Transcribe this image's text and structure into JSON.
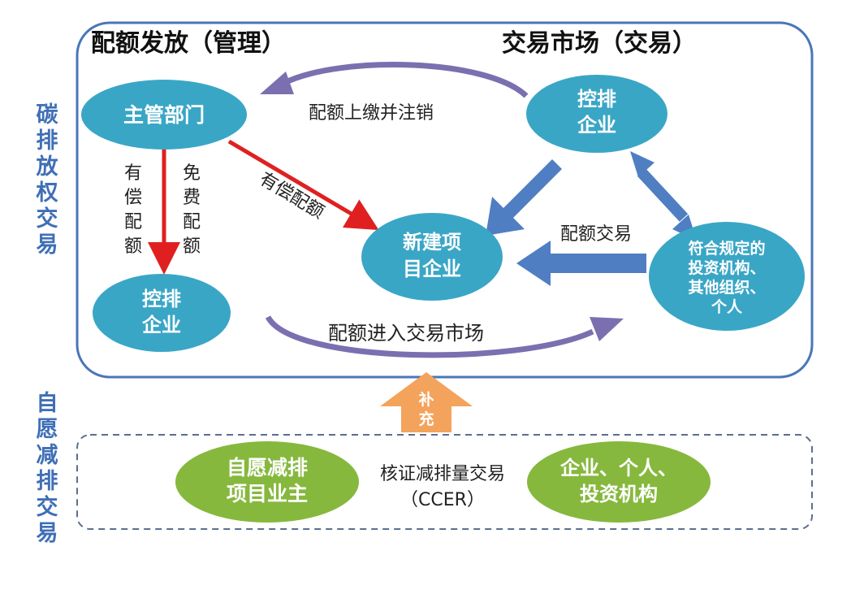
{
  "colors": {
    "ellipse_blue": "#3aa6c6",
    "ellipse_green": "#86b83e",
    "frame_blue": "#4a76b8",
    "arrow_blue": "#4f7ec2",
    "arrow_red": "#e02020",
    "arrow_purple": "#7c6fb0",
    "arrow_orange": "#f4a35c",
    "side_label": "#3f6fb6"
  },
  "side_labels": {
    "carbon_trading": [
      "碳",
      "排",
      "放",
      "权",
      "交",
      "易"
    ],
    "voluntary_trading": [
      "自",
      "愿",
      "减",
      "排",
      "交",
      "易"
    ]
  },
  "headings": {
    "allocation": "配额发放（管理）",
    "market": "交易市场（交易）"
  },
  "nodes": {
    "authority": "主管部门",
    "emitter_top": [
      "控排",
      "企业"
    ],
    "emitter_left": [
      "控排",
      "企业"
    ],
    "new_project": [
      "新建项",
      "目企业"
    ],
    "investors": [
      "符合规定的",
      "投资机构、",
      "其他组织、",
      "个人"
    ],
    "voluntary_owner": [
      "自愿减排",
      "项目业主"
    ],
    "buyers": [
      "企业、个人、",
      "投资机构"
    ]
  },
  "labels": {
    "surrender": "配额上缴并注销",
    "paid": [
      "有",
      "偿",
      "配",
      "额"
    ],
    "free": [
      "免",
      "费",
      "配",
      "额"
    ],
    "paid_allocation": "有偿配额",
    "quota_trade": "配额交易",
    "enter_market": "配额进入交易市场",
    "supplement": [
      "补",
      "充"
    ],
    "ccer_title": "核证减排量交易",
    "ccer_sub": "（CCER）"
  }
}
